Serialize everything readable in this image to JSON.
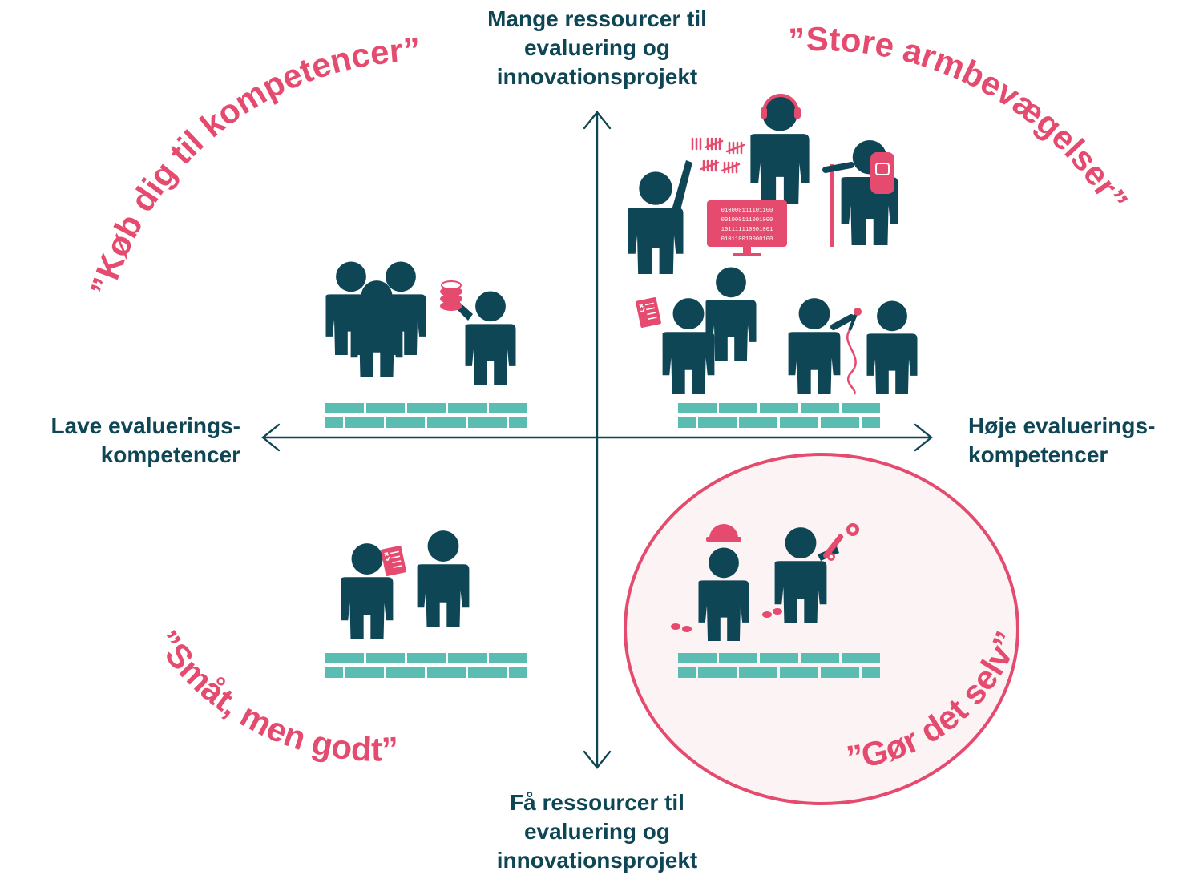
{
  "axes": {
    "top": [
      "Mange ressourcer til",
      "evaluering og",
      "innovationsprojekt"
    ],
    "bottom": [
      "Få ressourcer til",
      "evaluering og",
      "innovationsprojekt"
    ],
    "left": [
      "Lave evaluerings-",
      "kompetencer"
    ],
    "right": [
      "Høje evaluerings-",
      "kompetencer"
    ]
  },
  "quadrants": {
    "top_left": "”Køb dig til kompetencer”",
    "top_right": "”Store armbevægelser”",
    "bottom_left": "”Småt, men godt”",
    "bottom_right": "”Gør det selv”"
  },
  "screen_code": [
    "010000111101100",
    "001000111001000",
    "101111110001001",
    "010110010000100"
  ],
  "highlighted_quadrant": "bottom_right",
  "colors": {
    "figure": "#0f4655",
    "accent": "#e44b6e",
    "wall": "#5bbcb2",
    "highlight_fill": "#fbf3f4",
    "axis": "#0f4655"
  }
}
